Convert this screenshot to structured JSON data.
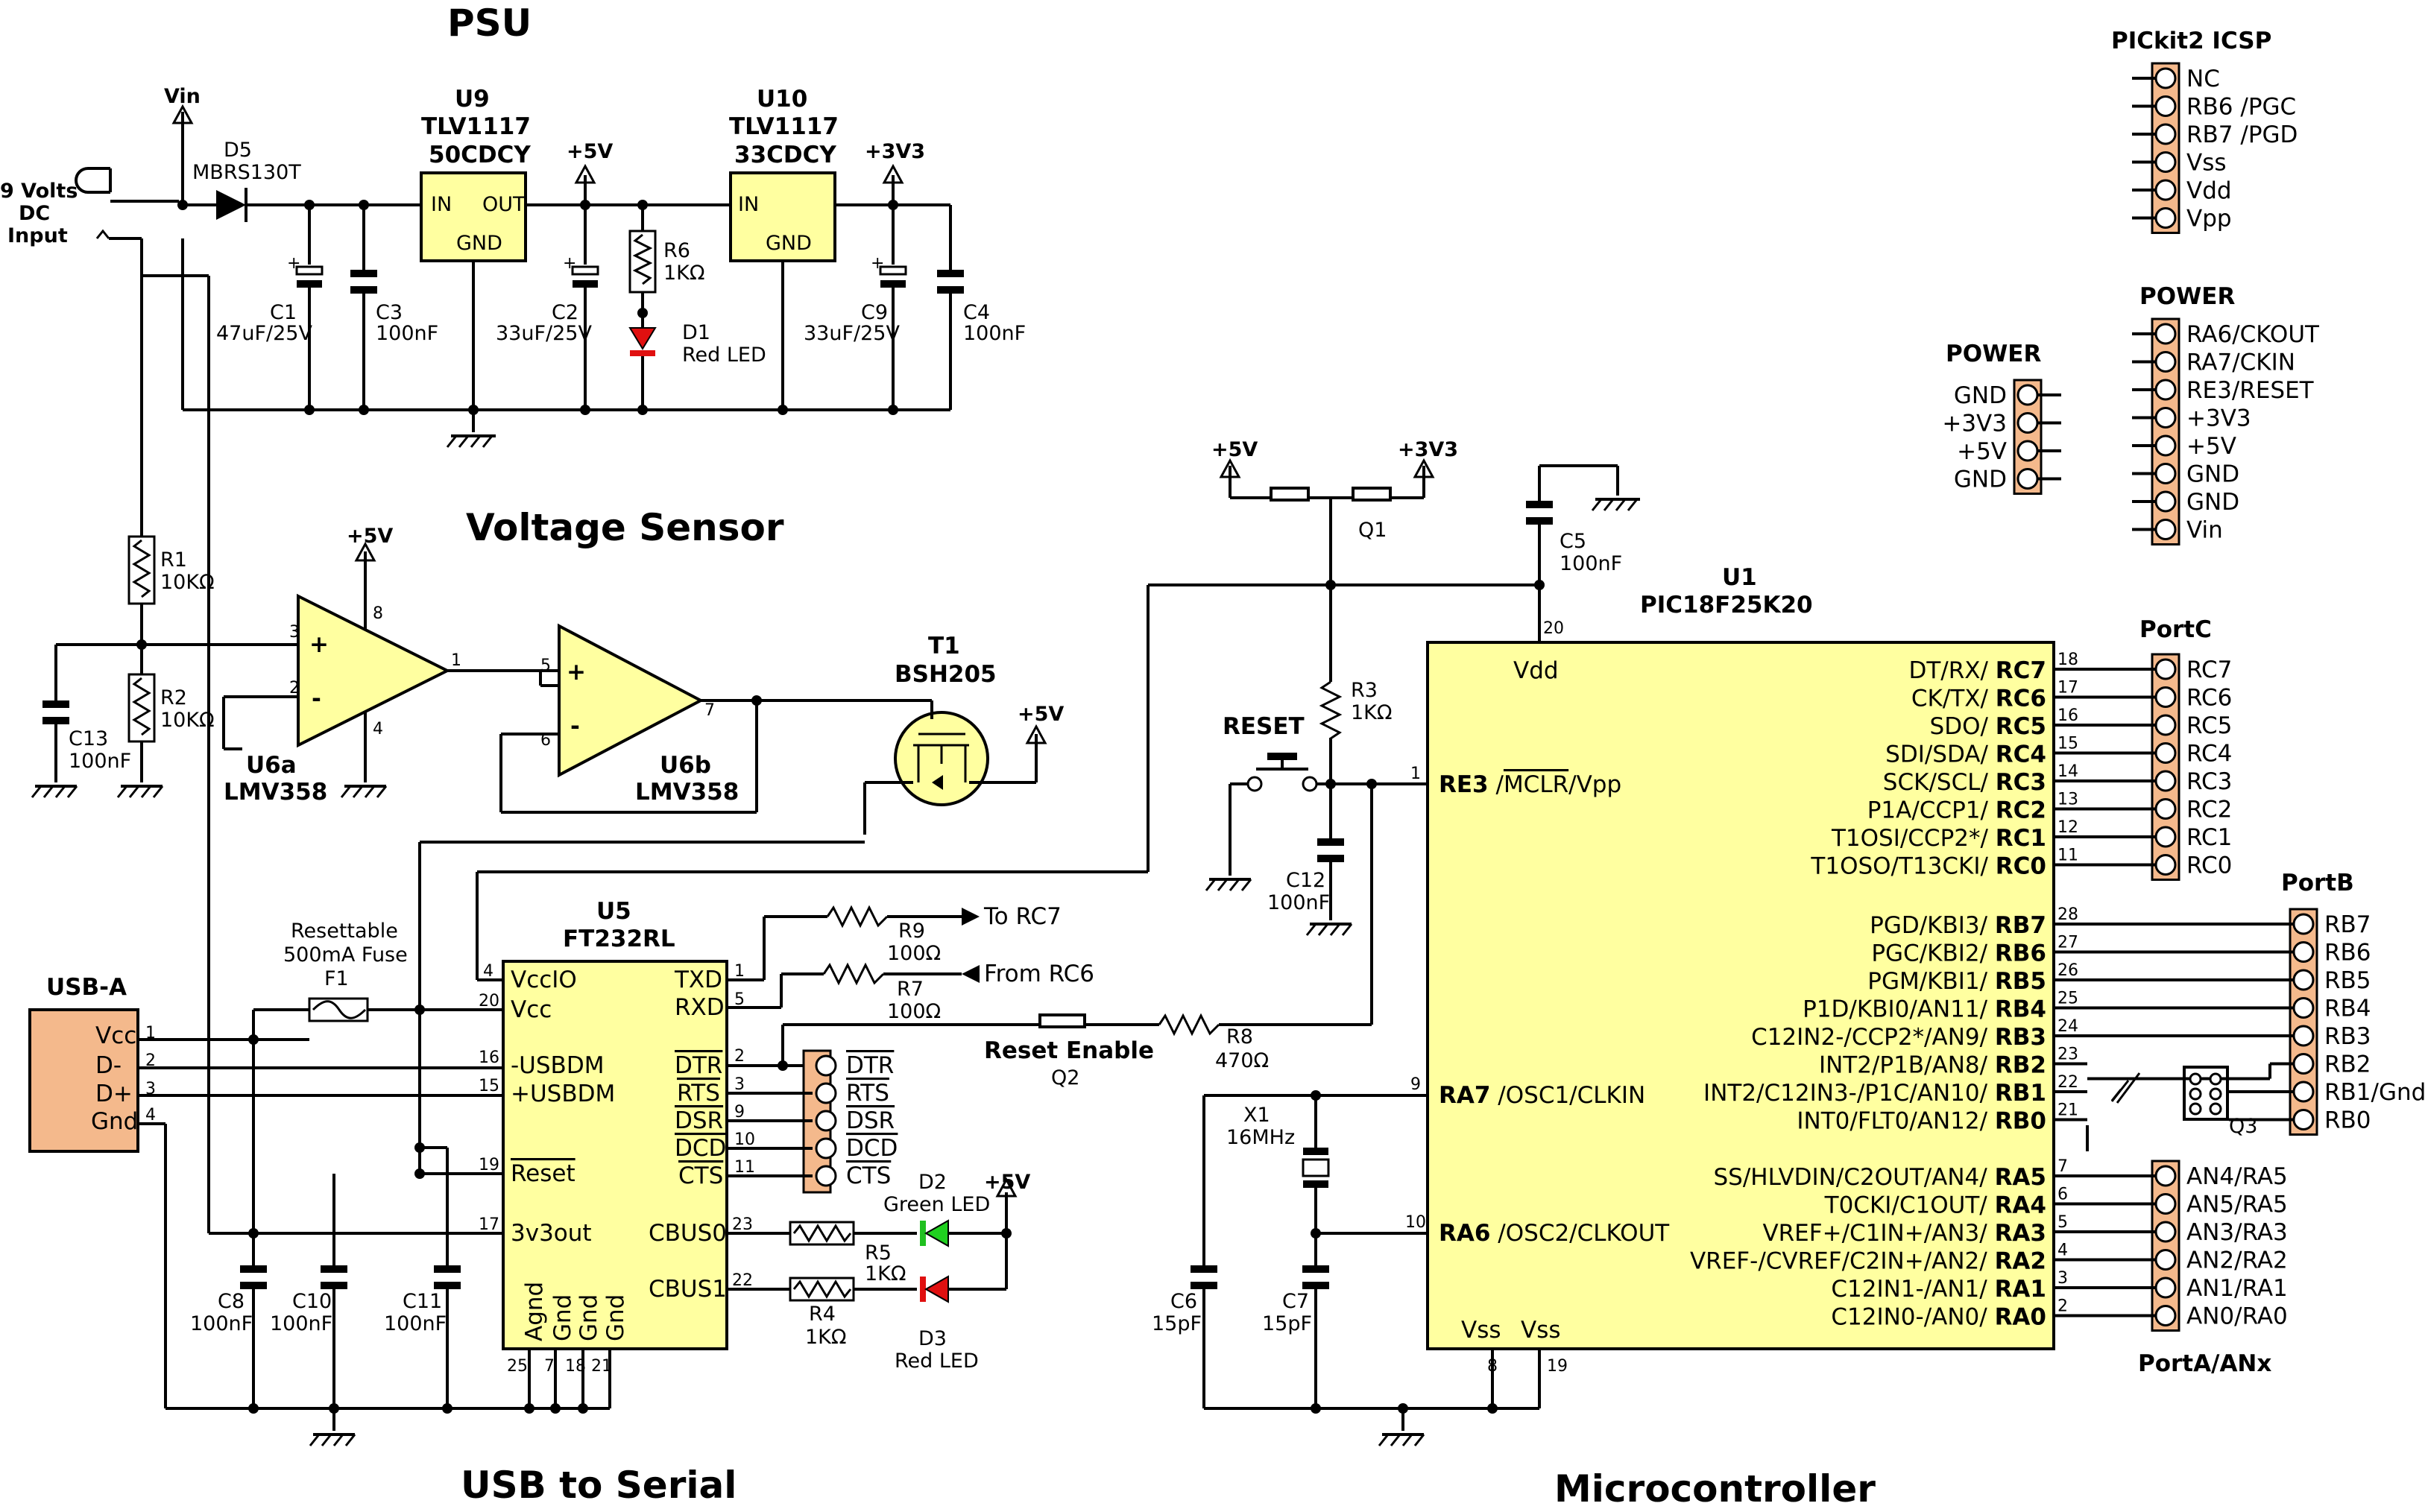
{
  "sections": {
    "psu": "PSU",
    "voltage_sensor": "Voltage Sensor",
    "usb_serial": "USB to Serial",
    "microcontroller": "Microcontroller"
  },
  "psu": {
    "vin": "Vin",
    "input_label": [
      "9 Volts",
      "DC",
      "Input"
    ],
    "d5": "D5",
    "d5_part": "MBRS130T",
    "u9": "U9",
    "u9_part1": "TLV1117",
    "u9_part2": "50CDCY",
    "u10": "U10",
    "u10_part1": "TLV1117",
    "u10_part2": "33CDCY",
    "reg_in": "IN",
    "reg_out": "OUT",
    "reg_gnd": "GND",
    "p5v": "+5V",
    "p3v3": "+3V3",
    "c1": "C1",
    "c1_val": "47uF/25V",
    "c3": "C3",
    "c3_val": "100nF",
    "c2": "C2",
    "c2_val": "33uF/25V",
    "r6": "R6",
    "r6_val": "1KΩ",
    "d1": "D1",
    "d1_val": "Red LED",
    "c9": "C9",
    "c9_val": "33uF/25V",
    "c4": "C4",
    "c4_val": "100nF"
  },
  "sensor": {
    "r1": "R1",
    "r1_val": "10KΩ",
    "r2": "R2",
    "r2_val": "10KΩ",
    "c13": "C13",
    "c13_val": "100nF",
    "u6a": "U6a",
    "u6b": "U6b",
    "opamp_part": "LMV358",
    "p5v": "+5V",
    "pins": [
      "3",
      "2",
      "8",
      "4",
      "1",
      "5",
      "6",
      "7"
    ],
    "t1": "T1",
    "t1_part": "BSH205"
  },
  "usb_a": {
    "title": "USB-A",
    "pins": [
      "Vcc",
      "D-",
      "D+",
      "Gnd"
    ],
    "nums": [
      "1",
      "2",
      "3",
      "4"
    ]
  },
  "fuse": {
    "line1": "Resettable",
    "line2": "500mA Fuse",
    "ref": "F1"
  },
  "u5": {
    "ref": "U5",
    "part": "FT232RL",
    "left_pins": [
      {
        "name": "VccIO",
        "num": "4"
      },
      {
        "name": "Vcc",
        "num": "20"
      },
      {
        "name": "-USBDM",
        "num": "16"
      },
      {
        "name": "+USBDM",
        "num": "15"
      },
      {
        "name": "Reset",
        "num": "19"
      },
      {
        "name": "3v3out",
        "num": "17"
      }
    ],
    "right_pins": [
      {
        "name": "TXD",
        "num": "1"
      },
      {
        "name": "RXD",
        "num": "5"
      },
      {
        "name": "DTR",
        "num": "2"
      },
      {
        "name": "RTS",
        "num": "3"
      },
      {
        "name": "DSR",
        "num": "9"
      },
      {
        "name": "DCD",
        "num": "10"
      },
      {
        "name": "CTS",
        "num": "11"
      },
      {
        "name": "CBUS0",
        "num": "23"
      },
      {
        "name": "CBUS1",
        "num": "22"
      }
    ],
    "bottom_pins": [
      {
        "name": "Agnd",
        "num": "25"
      },
      {
        "name": "Gnd",
        "num": "7"
      },
      {
        "name": "Gnd",
        "num": "18"
      },
      {
        "name": "Gnd",
        "num": "21"
      }
    ]
  },
  "serial_header": [
    "DTR",
    "RTS",
    "DSR",
    "DCD",
    "CTS"
  ],
  "usb_parts": {
    "r9": "R9",
    "r9_val": "100Ω",
    "to_rc7": "To RC7",
    "r7": "R7",
    "r7_val": "100Ω",
    "from_rc6": "From RC6",
    "reset_enable": "Reset Enable",
    "q2": "Q2",
    "r8": "R8",
    "r8_val": "470Ω",
    "d2": "D2",
    "d2_val": "Green LED",
    "d3": "D3",
    "d3_val": "Red LED",
    "r5": "R5",
    "r5_val": "1KΩ",
    "r4": "R4",
    "r4_val": "1KΩ",
    "p5v": "+5V",
    "c8": "C8",
    "c8_val": "100nF",
    "c10": "C10",
    "c10_val": "100nF",
    "c11": "C11",
    "c11_val": "100nF"
  },
  "mcu_parts": {
    "p5v": "+5V",
    "p3v3": "+3V3",
    "q1": "Q1",
    "c5": "C5",
    "c5_val": "100nF",
    "reset": "RESET",
    "r3": "R3",
    "r3_val": "1KΩ",
    "c12": "C12",
    "c12_val": "100nF",
    "x1": "X1",
    "x1_val": "16MHz",
    "c6": "C6",
    "c6_val": "15pF",
    "c7": "C7",
    "c7_val": "15pF",
    "q3": "Q3"
  },
  "u1": {
    "ref": "U1",
    "part": "PIC18F25K20",
    "vdd": "Vdd",
    "vdd_num": "20",
    "vss": "Vss",
    "vss_nums": [
      "8",
      "19"
    ],
    "left_pins": [
      {
        "bold": "RE3",
        "rest": " /",
        "ov": "MCLR",
        "tail": "/Vpp",
        "num": "1"
      },
      {
        "bold": "RA7",
        "rest": " /OSC1/CLKIN",
        "ov": "",
        "tail": "",
        "num": "9"
      },
      {
        "bold": "RA6",
        "rest": " /OSC2/CLKOUT",
        "ov": "",
        "tail": "",
        "num": "10"
      }
    ],
    "portc_pins": [
      {
        "fn": "DT/RX/ ",
        "pin": "RC7",
        "num": "18"
      },
      {
        "fn": "CK/TX/ ",
        "pin": "RC6",
        "num": "17"
      },
      {
        "fn": "SDO/ ",
        "pin": "RC5",
        "num": "16"
      },
      {
        "fn": "SDI/SDA/ ",
        "pin": "RC4",
        "num": "15"
      },
      {
        "fn": "SCK/SCL/ ",
        "pin": "RC3",
        "num": "14"
      },
      {
        "fn": "P1A/CCP1/ ",
        "pin": "RC2",
        "num": "13"
      },
      {
        "fn": "T1OSI/CCP2*/ ",
        "pin": "RC1",
        "num": "12"
      },
      {
        "fn": "T1OSO/T13CKI/ ",
        "pin": "RC0",
        "num": "11"
      }
    ],
    "portb_pins": [
      {
        "fn": "PGD/KBI3/ ",
        "pin": "RB7",
        "num": "28"
      },
      {
        "fn": "PGC/KBI2/ ",
        "pin": "RB6",
        "num": "27"
      },
      {
        "fn": "PGM/KBI1/ ",
        "pin": "RB5",
        "num": "26"
      },
      {
        "fn": "P1D/KBI0/AN11/ ",
        "pin": "RB4",
        "num": "25"
      },
      {
        "fn": "C12IN2-/CCP2*/AN9/ ",
        "pin": "RB3",
        "num": "24"
      },
      {
        "fn": "INT2/P1B/AN8/ ",
        "pin": "RB2",
        "num": "23"
      },
      {
        "fn": "INT2/C12IN3-/P1C/AN10/ ",
        "pin": "RB1",
        "num": "22"
      },
      {
        "fn": "INT0/FLT0/AN12/ ",
        "pin": "RB0",
        "num": "21"
      }
    ],
    "porta_pins": [
      {
        "fn": "SS/HLVDIN/C2OUT/AN4/ ",
        "pin": "RA5",
        "num": "7"
      },
      {
        "fn": "T0CKI/C1OUT/ ",
        "pin": "RA4",
        "num": "6"
      },
      {
        "fn": "VREF+/C1IN+/AN3/ ",
        "pin": "RA3",
        "num": "5"
      },
      {
        "fn": "VREF-/CVREF/C2IN+/AN2/ ",
        "pin": "RA2",
        "num": "4"
      },
      {
        "fn": "C12IN1-/AN1/ ",
        "pin": "RA1",
        "num": "3"
      },
      {
        "fn": "C12IN0-/AN0/ ",
        "pin": "RA0",
        "num": "2"
      }
    ]
  },
  "headers": {
    "pickit": {
      "title": "PICkit2 ICSP",
      "pins": [
        "NC",
        "RB6 /PGC",
        "RB7 /PGD",
        "Vss",
        "Vdd",
        "Vpp"
      ]
    },
    "power_right": {
      "title": "POWER",
      "pins": [
        "RA6/CKOUT",
        "RA7/CKIN",
        "RE3/RESET",
        "+3V3",
        "+5V",
        "GND",
        "GND",
        "Vin"
      ]
    },
    "power_left": {
      "title": "POWER",
      "pins": [
        "GND",
        "+3V3",
        "+5V",
        "GND"
      ]
    },
    "portc": {
      "title": "PortC",
      "pins": [
        "RC7",
        "RC6",
        "RC5",
        "RC4",
        "RC3",
        "RC2",
        "RC1",
        "RC0"
      ]
    },
    "portb": {
      "title": "PortB",
      "pins": [
        "RB7",
        "RB6",
        "RB5",
        "RB4",
        "RB3",
        "RB2",
        "RB1/Gnd",
        "RB0"
      ]
    },
    "porta": {
      "title": "PortA/ANx",
      "pins": [
        "AN4/RA5",
        "AN5/RA5",
        "AN3/RA3",
        "AN2/RA2",
        "AN1/RA1",
        "AN0/RA0"
      ]
    }
  }
}
